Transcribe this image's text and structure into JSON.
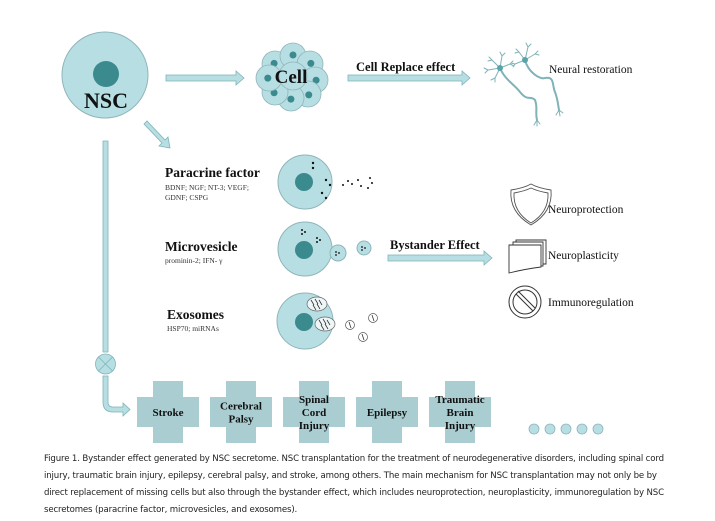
{
  "colors": {
    "cell_fill": "#b7dfe3",
    "cell_stroke": "#8fb5b9",
    "nucleus": "#3a8a8e",
    "arrow_fill": "#b7dfe3",
    "arrow_stroke": "#7fb3b8",
    "disease_fill": "#a9cdd1",
    "text": "#111111"
  },
  "nsc": {
    "label": "NSC"
  },
  "cell_cluster": {
    "label": "Cell"
  },
  "cell_replace": {
    "label": "Cell Replace effect",
    "outcome": "Neural restoration",
    "outcome_icon": "neuron-icon"
  },
  "secretomes": [
    {
      "title": "Paracrine factor",
      "detail_lines": [
        "BDNF; NGF; NT-3; VEGF;",
        "GDNF; CSPG"
      ]
    },
    {
      "title": "Microvesicle",
      "detail_lines": [
        "prominin-2; IFN- γ"
      ]
    },
    {
      "title": "Exosomes",
      "detail_lines": [
        "HSP70; miRNAs"
      ]
    }
  ],
  "bystander": {
    "label": "Bystander Effect",
    "outcomes": [
      {
        "label": "Neuroprotection",
        "icon": "shield-icon"
      },
      {
        "label": "Neuroplasticity",
        "icon": "pages-icon"
      },
      {
        "label": "Immunoregulation",
        "icon": "prohibition-icon"
      }
    ]
  },
  "diseases": [
    {
      "lines": [
        "Stroke"
      ]
    },
    {
      "lines": [
        "Cerebral",
        "Palsy"
      ]
    },
    {
      "lines": [
        "Spinal",
        "Cord",
        "Injury"
      ]
    },
    {
      "lines": [
        "Epilepsy"
      ]
    },
    {
      "lines": [
        "Traumatic",
        "Brain",
        "Injury"
      ]
    }
  ],
  "more_indicator_count": 5,
  "caption": "Figure 1.  Bystander effect generated by NSC secretome.  NSC transplantation for the treatment of neurodegenerative disorders, including spinal cord injury, traumatic brain injury, epilepsy, cerebral palsy, and stroke, among others.  The main mechanism for NSC transplantation may not only be by direct replacement of missing cells but also through the bystander effect, which includes neuroprotection, neuroplasticity, immunoregulation by NSC secretomes (paracrine factor, microvesicles, and exosomes)."
}
